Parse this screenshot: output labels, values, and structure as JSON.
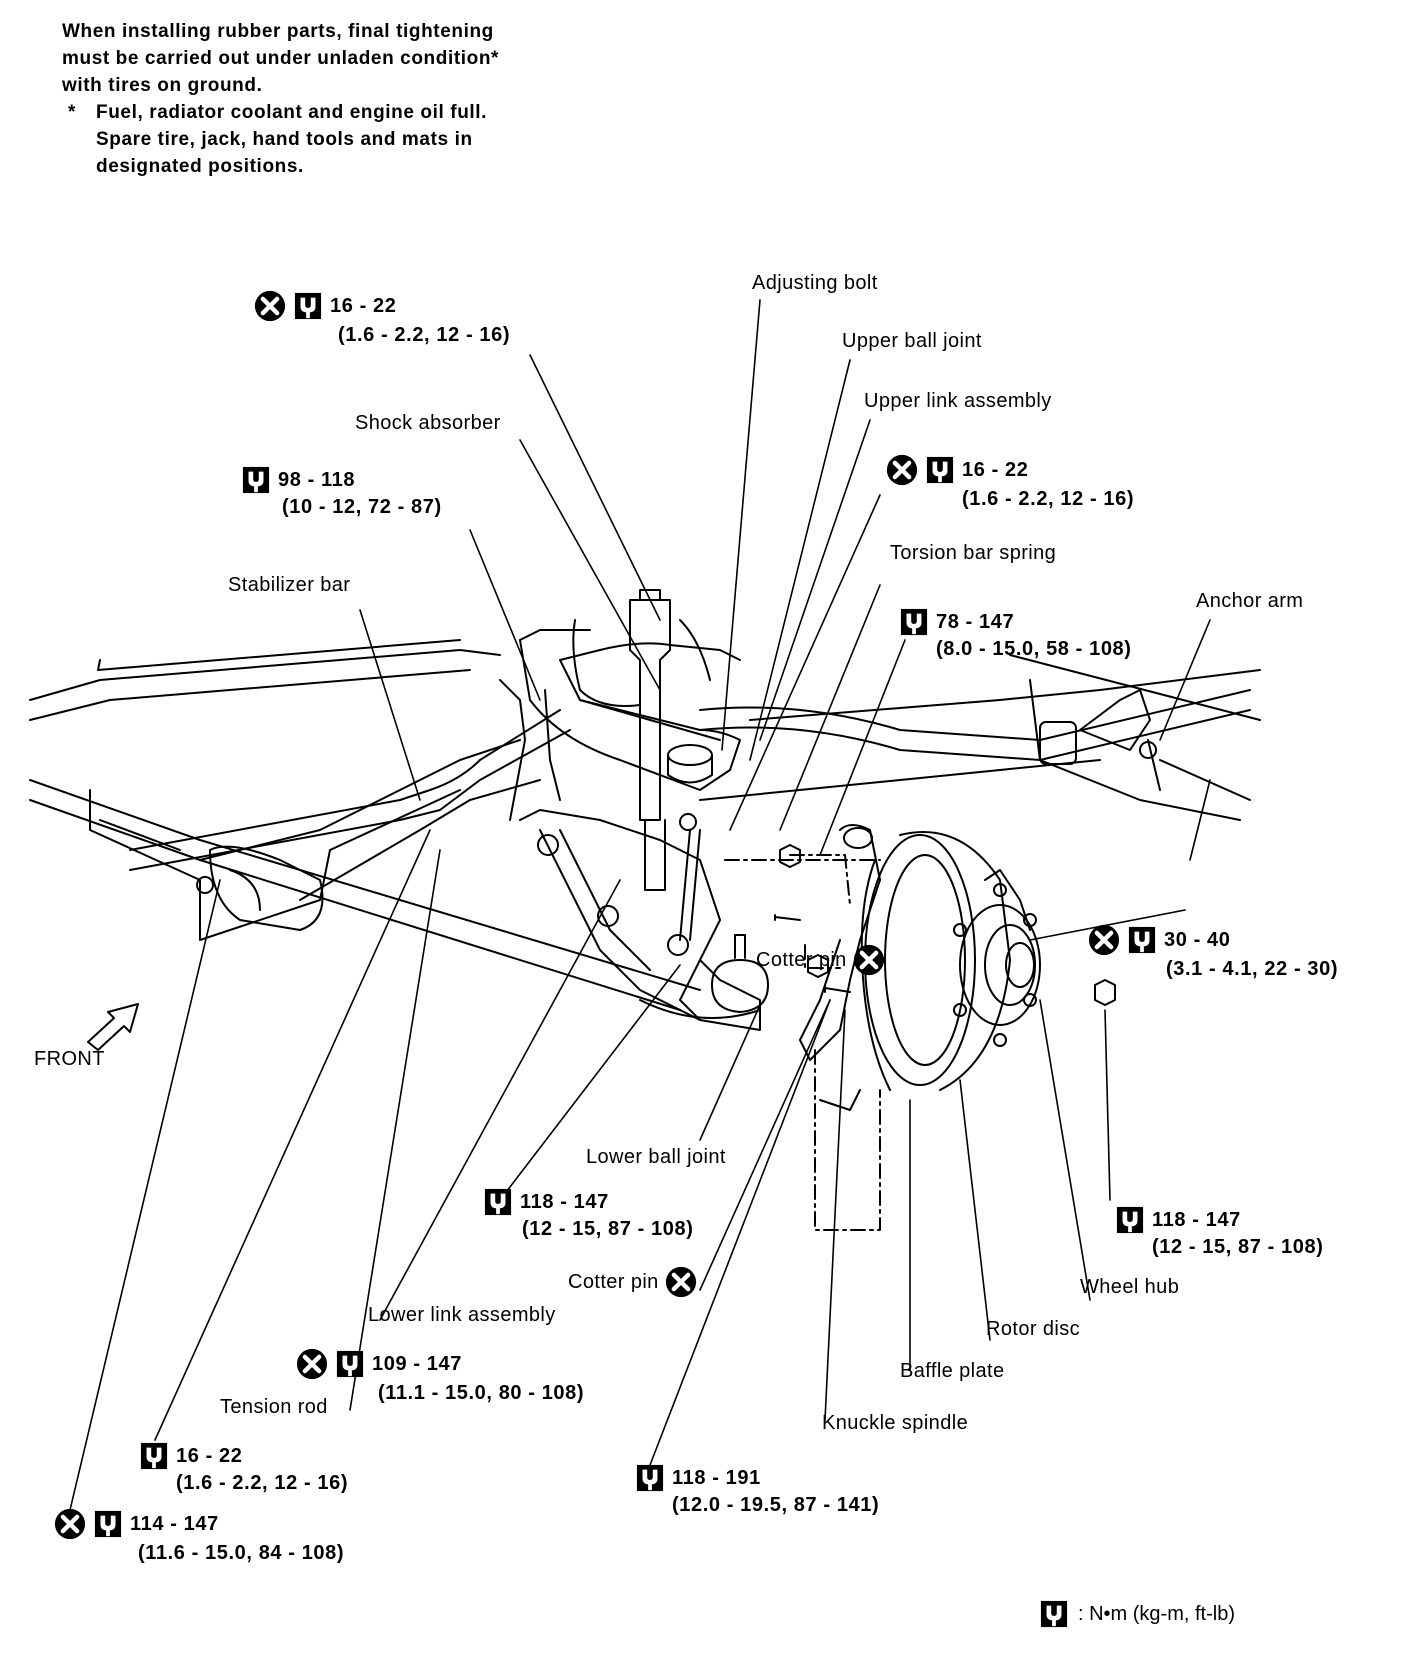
{
  "note": {
    "line1": "When installing rubber parts, final tightening",
    "line2": "must be carried out under unladen condition*",
    "line3": "with tires on ground.",
    "star": "*",
    "line4": "Fuel, radiator coolant and engine oil full.",
    "line5": "Spare tire, jack, hand tools and mats in",
    "line6": "designated positions."
  },
  "labels": {
    "adjusting_bolt": "Adjusting bolt",
    "upper_ball_joint": "Upper ball joint",
    "upper_link_assembly": "Upper link assembly",
    "shock_absorber": "Shock absorber",
    "torsion_bar_spring": "Torsion bar spring",
    "anchor_arm": "Anchor arm",
    "stabilizer_bar": "Stabilizer bar",
    "cotter_pin_1": "Cotter pin",
    "front": "FRONT",
    "lower_ball_joint": "Lower ball joint",
    "cotter_pin_2": "Cotter pin",
    "wheel_hub": "Wheel hub",
    "rotor_disc": "Rotor disc",
    "lower_link_assembly": "Lower link assembly",
    "baffle_plate": "Baffle plate",
    "tension_rod": "Tension rod",
    "knuckle_spindle": "Knuckle spindle"
  },
  "specs": {
    "s1": {
      "v1": "16 - 22",
      "v2": "(1.6 - 2.2, 12 - 16)"
    },
    "s2": {
      "v1": "98 - 118",
      "v2": "(10 - 12, 72 - 87)"
    },
    "s3": {
      "v1": "16 - 22",
      "v2": "(1.6 - 2.2, 12 - 16)"
    },
    "s4": {
      "v1": "78 - 147",
      "v2": "(8.0 - 15.0, 58 - 108)"
    },
    "s5": {
      "v1": "30 - 40",
      "v2": "(3.1 - 4.1, 22 - 30)"
    },
    "s6": {
      "v1": "118 - 147",
      "v2": "(12 - 15, 87 - 108)"
    },
    "s7": {
      "v1": "118 - 147",
      "v2": "(12 - 15, 87 - 108)"
    },
    "s8": {
      "v1": "109 - 147",
      "v2": "(11.1 - 15.0, 80 - 108)"
    },
    "s9": {
      "v1": "16 - 22",
      "v2": "(1.6 - 2.2, 12 - 16)"
    },
    "s10": {
      "v1": "118 - 191",
      "v2": "(12.0 - 19.5, 87 - 141)"
    },
    "s11": {
      "v1": "114 - 147",
      "v2": "(11.6 - 15.0, 84 - 108)"
    }
  },
  "legend": {
    "text": ": N•m (kg-m, ft-lb)"
  },
  "icons": {
    "torque": "torque-wrench-icon",
    "replace": "do-not-reuse-icon"
  }
}
